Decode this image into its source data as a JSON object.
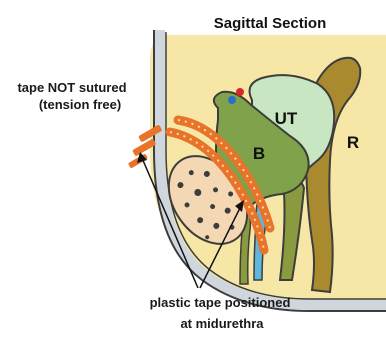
{
  "diagram": {
    "title": "Sagittal Section",
    "labels": {
      "tape_not_sutured_line1": "tape NOT sutured",
      "tape_not_sutured_line2": "(tension free)",
      "plastic_tape_line1": "plastic tape positioned",
      "plastic_tape_line2": "at midurethra"
    },
    "organs": {
      "uterus": "UT",
      "bladder": "B",
      "rectum": "R"
    },
    "colors": {
      "background_body": "#f6e7a6",
      "body_outline": "#3d3d3d",
      "skin_edge": "#cfd6dd",
      "uterus": "#c7e6c1",
      "bladder": "#7fa24a",
      "rectum": "#a98a2f",
      "pubic_bone": "#f3d8b3",
      "tape": "#e8742a",
      "urethra_tube": "#5fb6de",
      "vagina": "#8a9b3f",
      "ovary_red": "#d9262a",
      "ovary_blue": "#2a6fc9"
    }
  }
}
